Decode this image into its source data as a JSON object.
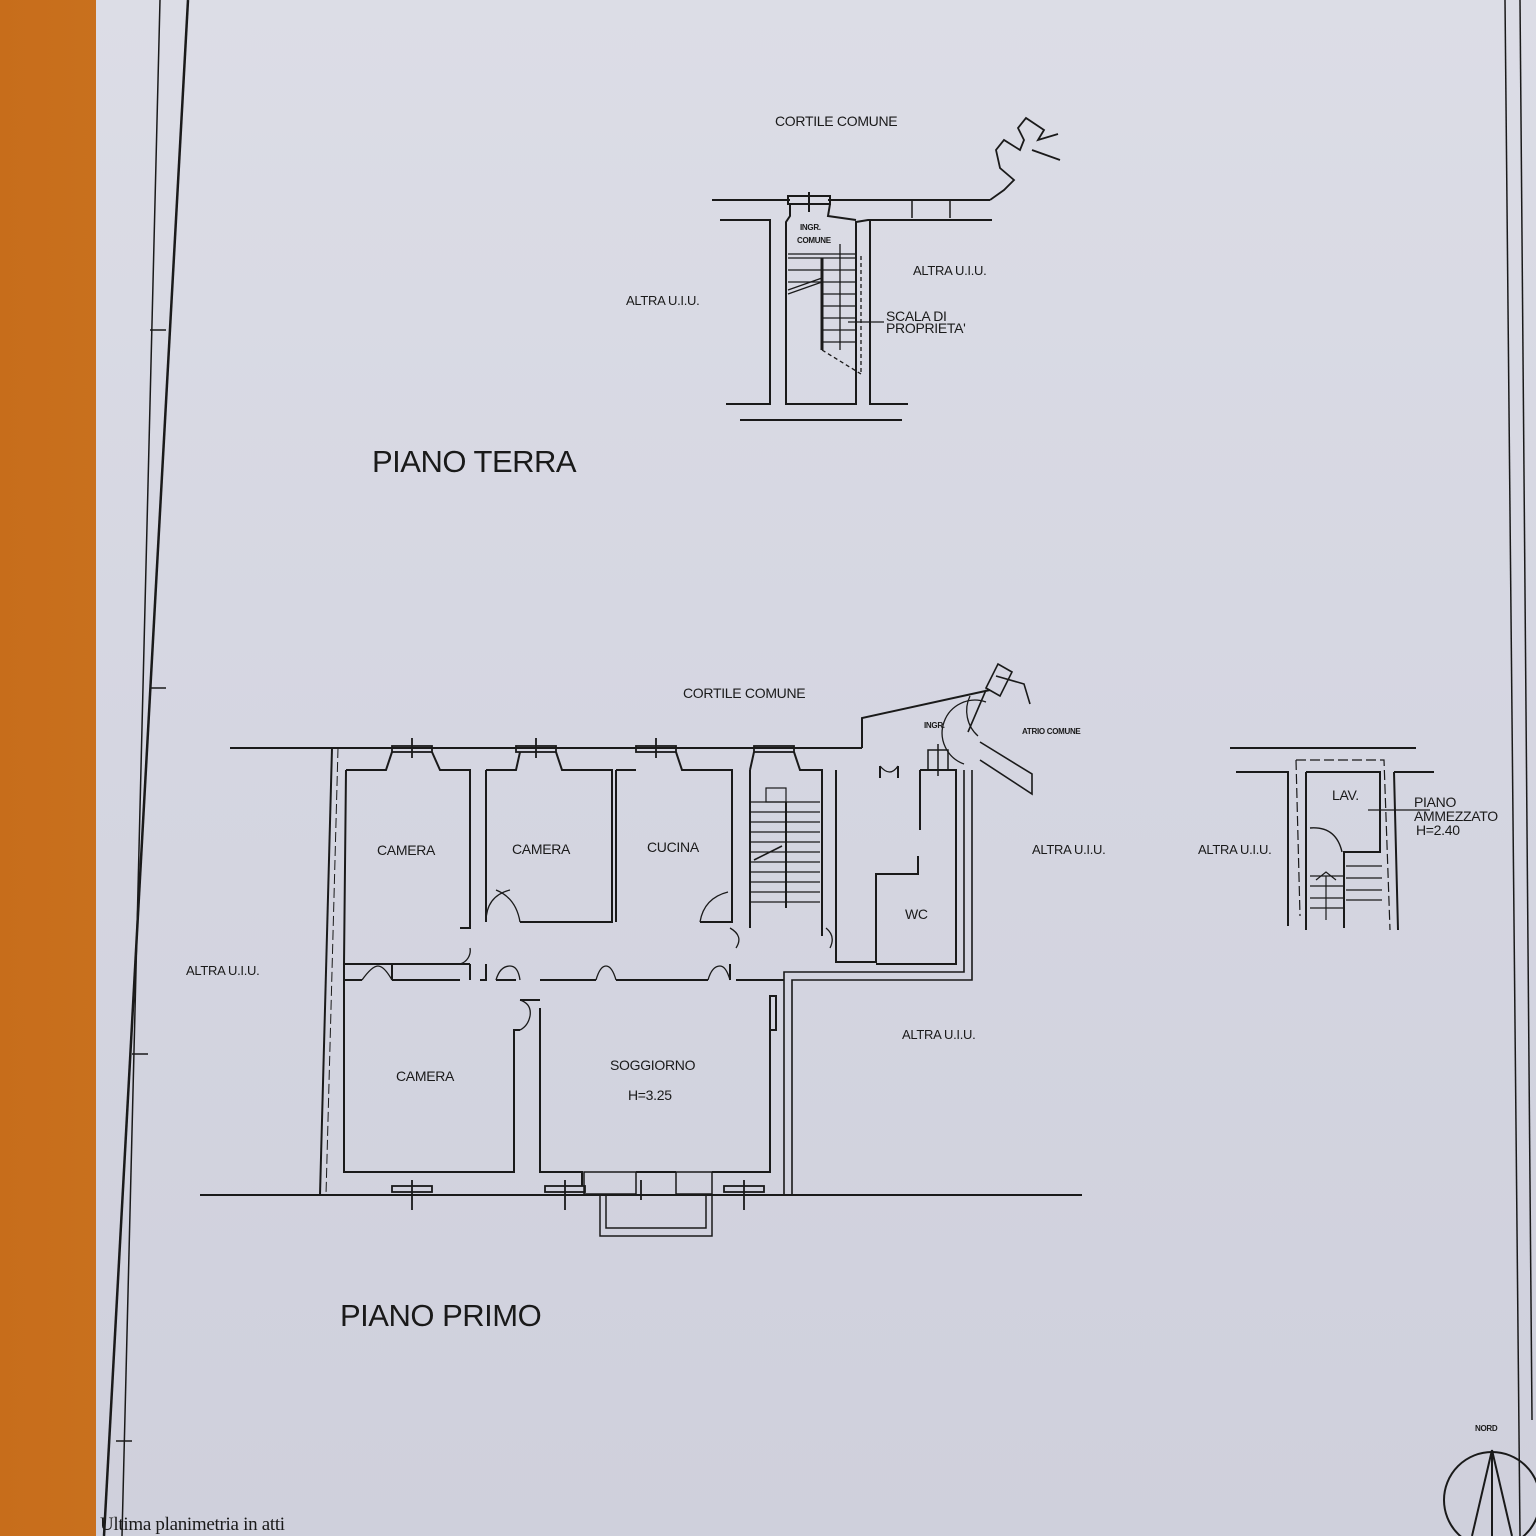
{
  "document": {
    "footer_text": "Ultima planimetria in atti",
    "north_label": "NORD"
  },
  "ground_floor": {
    "title": "PIANO TERRA",
    "labels": {
      "courtyard": "CORTILE COMUNE",
      "entrance": "INGR.",
      "entrance_sub": "COMUNE",
      "other_unit_left": "ALTRA U.I.U.",
      "other_unit_right": "ALTRA U.I.U.",
      "stair_line1": "SCALA DI",
      "stair_line2": "PROPRIETA'"
    }
  },
  "first_floor": {
    "title": "PIANO PRIMO",
    "labels": {
      "courtyard": "CORTILE COMUNE",
      "entrance": "INGR.",
      "atrium": "ATRIO COMUNE",
      "other_unit_left": "ALTRA U.I.U.",
      "other_unit_right_top": "ALTRA U.I.U.",
      "other_unit_right_bottom": "ALTRA U.I.U.",
      "wc": "WC"
    },
    "rooms": [
      {
        "name": "CAMERA"
      },
      {
        "name": "CAMERA"
      },
      {
        "name": "CUCINA"
      },
      {
        "name": "CAMERA"
      },
      {
        "name": "SOGGIORNO",
        "height": "H=3.25"
      }
    ]
  },
  "mezzanine": {
    "laundry": "LAV.",
    "other_unit": "ALTRA U.I.U.",
    "label_line1": "PIANO",
    "label_line2": "AMMEZZATO",
    "height": "H=2.40"
  }
}
